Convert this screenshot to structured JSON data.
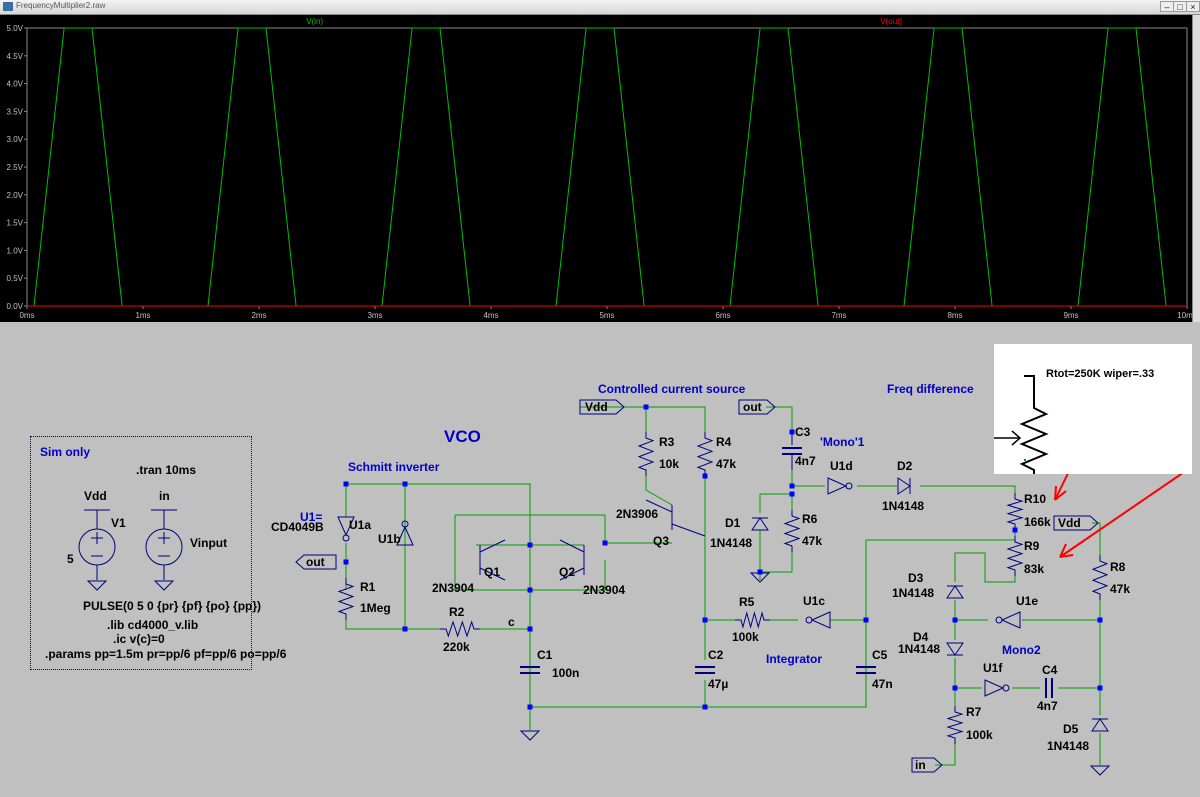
{
  "window": {
    "title": "FrequencyMultiplier2.raw",
    "min_glyph": "–",
    "max_glyph": "□",
    "close_glyph": "×"
  },
  "chart_data": {
    "type": "line",
    "traces": [
      "V(in)",
      "V(out)"
    ],
    "trace_colors": [
      "#00c000",
      "#ff0000"
    ],
    "y_ticks": [
      "0.0V",
      "0.5V",
      "1.0V",
      "1.5V",
      "2.0V",
      "2.5V",
      "3.0V",
      "3.5V",
      "4.0V",
      "4.5V",
      "5.0V"
    ],
    "x_ticks": [
      "0ms",
      "1ms",
      "2ms",
      "3ms",
      "4ms",
      "5ms",
      "6ms",
      "7ms",
      "8ms",
      "9ms",
      "10ms"
    ],
    "xlim": [
      0,
      10
    ],
    "ylim": [
      0,
      5
    ],
    "series": [
      {
        "name": "V(in)",
        "x": [
          0,
          0.06,
          0.32,
          0.56,
          0.82,
          1.56,
          1.82,
          2.06,
          2.32,
          3.06,
          3.32,
          3.56,
          3.82,
          4.56,
          4.82,
          5.06,
          5.32,
          6.06,
          6.32,
          6.56,
          6.82,
          7.56,
          7.82,
          8.06,
          8.32,
          9.06,
          9.32,
          9.56,
          9.82,
          10
        ],
        "y": [
          0,
          0,
          5,
          5,
          0,
          0,
          5,
          5,
          0,
          0,
          5,
          5,
          0,
          0,
          5,
          5,
          0,
          0,
          5,
          5,
          0,
          0,
          5,
          5,
          0,
          0,
          5,
          5,
          0,
          0
        ]
      },
      {
        "name": "V(out)",
        "x": [
          0,
          10
        ],
        "y": [
          0,
          0
        ]
      }
    ]
  },
  "schematic": {
    "headings": {
      "vco": "VCO",
      "sim_only": "Sim only",
      "schmitt": "Schmitt inverter",
      "ccs": "Controlled current source",
      "freq_diff": "Freq difference",
      "mono1": "'Mono'1",
      "mono2": "Mono2",
      "integrator": "Integrator",
      "u1": "U1="
    },
    "sim": {
      "tran": ".tran 10ms",
      "pulse": "PULSE(0 5 0 {pr} {pf} {po} {pp})",
      "lib": ".lib cd4000_v.lib",
      "ic": ".ic v(c)=0",
      "params": ".params pp=1.5m pr=pp/6 pf=pp/6 po=pp/6"
    },
    "labels": {
      "vdd": "Vdd",
      "in": "in",
      "out": "out",
      "c_node": "c",
      "v1": "V1",
      "v1_val": "5",
      "vinput": "Vinput",
      "u1_part": "CD4049B",
      "u1a": "U1a",
      "u1b": "U1b",
      "u1c": "U1c",
      "u1d": "U1d",
      "u1e": "U1e",
      "u1f": "U1f",
      "r1": "R1",
      "r1v": "1Meg",
      "r2": "R2",
      "r2v": "220k",
      "r3": "R3",
      "r3v": "10k",
      "r4": "R4",
      "r4v": "47k",
      "r5": "R5",
      "r5v": "100k",
      "r6": "R6",
      "r6v": "47k",
      "r7": "R7",
      "r7v": "100k",
      "r8": "R8",
      "r8v": "47k",
      "r9": "R9",
      "r9v": "83k",
      "r10": "R10",
      "r10v": "166k",
      "c1": "C1",
      "c1v": "100n",
      "c2": "C2",
      "c2v": "47µ",
      "c3": "C3",
      "c3v": "4n7",
      "c4": "C4",
      "c4v": "4n7",
      "c5": "C5",
      "c5v": "47n",
      "q1": "Q1",
      "q1m": "2N3904",
      "q2": "Q2",
      "q2m": "2N3904",
      "q3": "Q3",
      "q3m": "2N3906",
      "d1": "D1",
      "d1m": "1N4148",
      "d2": "D2",
      "d2m": "1N4148",
      "d3": "D3",
      "d3m": "1N4148",
      "d4": "D4",
      "d4m": "1N4148",
      "d5": "D5",
      "d5m": "1N4148"
    },
    "pot_inset": {
      "text": "Rtot=250K wiper=.33"
    },
    "colors": {
      "wire": "#00a000",
      "symbol": "#000080",
      "text": "#000000",
      "annotation": "#0000c8",
      "junction": "#0000ff",
      "arrow": "#ff0000"
    }
  }
}
